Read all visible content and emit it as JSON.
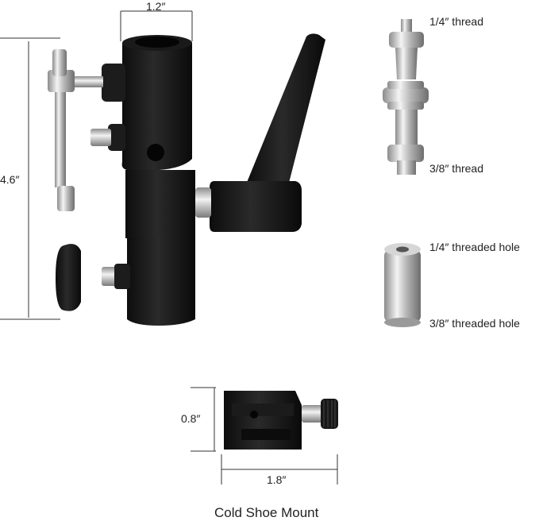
{
  "dimensions": {
    "top_width": "1.2″",
    "height": "4.6″",
    "shoe_height": "0.8″",
    "shoe_width": "1.8″"
  },
  "spigot_threads": {
    "top": "1/4″  thread",
    "bottom": "3/8″  thread"
  },
  "adapter_holes": {
    "top": "1/4″  threaded hole",
    "bottom": "3/8″  threaded hole"
  },
  "caption": "Cold Shoe Mount"
}
